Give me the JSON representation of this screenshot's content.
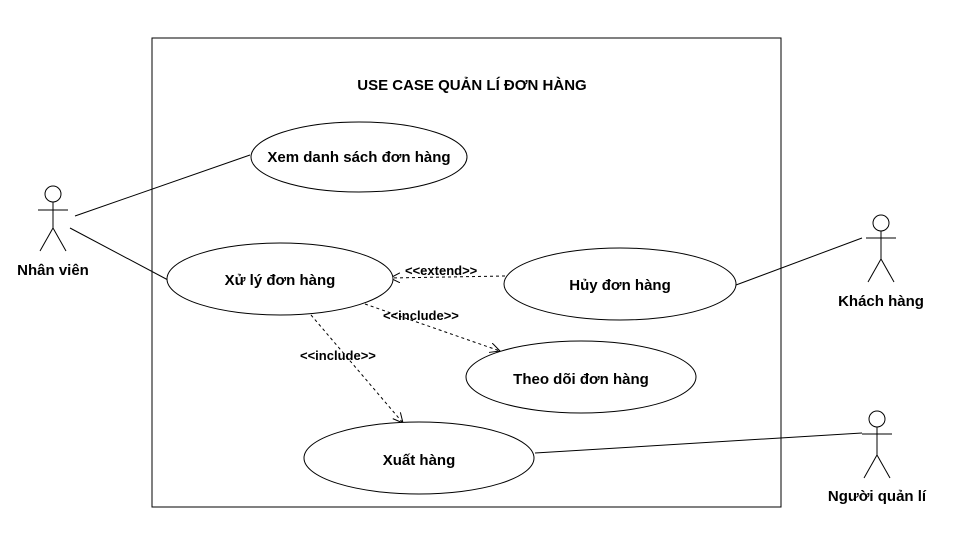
{
  "diagram": {
    "type": "use-case",
    "title": "USE CASE QUẢN LÍ ĐƠN HÀNG",
    "actors": [
      {
        "id": "staff",
        "label": "Nhân viên"
      },
      {
        "id": "customer",
        "label": "Khách hàng"
      },
      {
        "id": "manager",
        "label": "Người quản lí"
      }
    ],
    "use_cases": [
      {
        "id": "view",
        "label": "Xem danh sách đơn hàng"
      },
      {
        "id": "process",
        "label": "Xử lý đơn hàng"
      },
      {
        "id": "cancel",
        "label": "Hủy đơn hàng"
      },
      {
        "id": "track",
        "label": "Theo dõi đơn hàng"
      },
      {
        "id": "export",
        "label": "Xuất hàng"
      }
    ],
    "associations": [
      {
        "actor": "staff",
        "use_case": "view"
      },
      {
        "actor": "staff",
        "use_case": "process"
      },
      {
        "actor": "customer",
        "use_case": "cancel"
      },
      {
        "actor": "manager",
        "use_case": "export"
      }
    ],
    "relationships": [
      {
        "from": "cancel",
        "to": "process",
        "label": "<<extend>>"
      },
      {
        "from": "process",
        "to": "track",
        "label": "<<include>>"
      },
      {
        "from": "process",
        "to": "export",
        "label": "<<include>>"
      }
    ]
  }
}
